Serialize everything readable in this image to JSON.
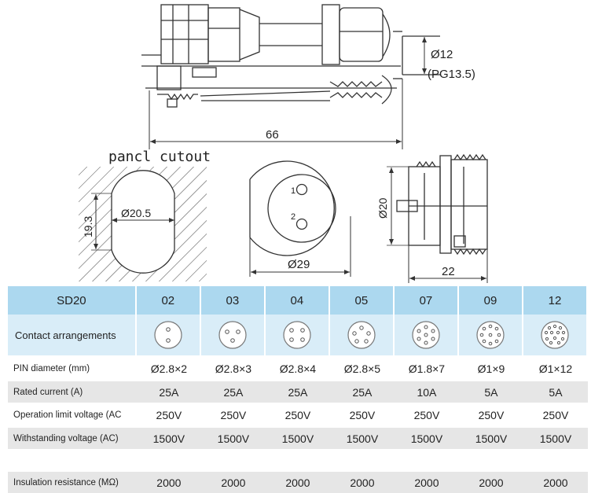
{
  "drawing_labels": {
    "side_diameter": "Ø12",
    "side_thread": "(PG13.5)",
    "length": "66",
    "panel_cutout_title": "pancl cutout",
    "cutout_diameter": "Ø20.5",
    "cutout_flat": "19.3",
    "front_diameter": "Ø29",
    "pin1": "1",
    "pin2": "2",
    "socket_height": "Ø20",
    "socket_length": "22"
  },
  "table": {
    "header_label": "SD20",
    "columns": [
      "02",
      "03",
      "04",
      "05",
      "07",
      "09",
      "12"
    ],
    "contact_label": "Contact arrangements",
    "contact_icons": [
      "2-pin-face-icon",
      "3-pin-face-icon",
      "4-pin-face-icon",
      "5-pin-face-icon",
      "7-pin-face-icon",
      "9-pin-face-icon",
      "12-pin-face-icon"
    ],
    "rows": [
      {
        "label": "PIN diameter (mm)",
        "values": [
          "Ø2.8×2",
          "Ø2.8×3",
          "Ø2.8×4",
          "Ø2.8×5",
          "Ø1.8×7",
          "Ø1×9",
          "Ø1×12"
        ]
      },
      {
        "label": "Rated current (A)",
        "values": [
          "25A",
          "25A",
          "25A",
          "25A",
          "10A",
          "5A",
          "5A"
        ]
      },
      {
        "label": "Operation limit voltage (AC",
        "values": [
          "250V",
          "250V",
          "250V",
          "250V",
          "250V",
          "250V",
          "250V"
        ]
      },
      {
        "label": "Withstanding voltage (AC)",
        "values": [
          "1500V",
          "1500V",
          "1500V",
          "1500V",
          "1500V",
          "1500V",
          "1500V"
        ]
      },
      {
        "label": "Insulation resistance (MΩ)",
        "values": [
          "2000",
          "2000",
          "2000",
          "2000",
          "2000",
          "2000",
          "2000"
        ]
      }
    ]
  },
  "colors": {
    "header_bg": "#acd8ef",
    "contact_bg": "#d9edf8",
    "band_bg": "#e6e6e6",
    "line": "#333333"
  }
}
